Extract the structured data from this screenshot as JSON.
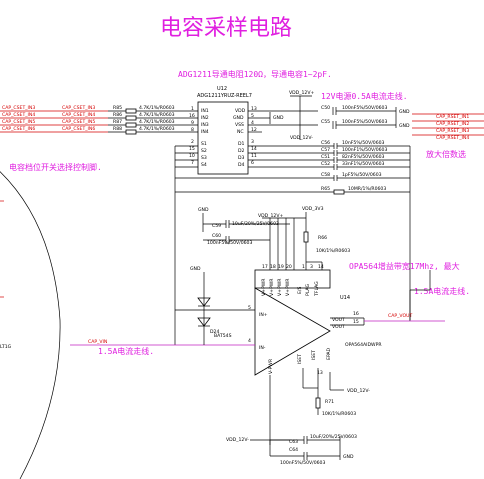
{
  "title": "电容采样电路",
  "notes": {
    "adg": "ADG1211导通电阻120Ω，导通电容1~2pF.",
    "supply": "12V电源0.5A电流走线.",
    "cap_select": "电容档位开关选择控制脚.",
    "gain_select": "放大倍数选",
    "opa_bw": "OPA564增益带宽17Mhz, 最大",
    "out_current": "1.5A电流走线.",
    "vin_current": "1.5A电流走线."
  },
  "left_nets": [
    "CAP_CSET_IN3",
    "CAP_CSET_IN4",
    "CAP_CSET_IN5",
    "CAP_CSET_IN6"
  ],
  "left_nets2": [
    "CAP_CSET_IN3",
    "CAP_CSET_IN4",
    "CAP_CSET_IN5",
    "CAP_CSET_IN6"
  ],
  "right_nets": [
    "CAP_RSET_IN1",
    "CAP_RSET_IN2",
    "CAP_RSET_IN3",
    "CAP_RSET_IN4"
  ],
  "input_resistors": [
    {
      "ref": "R85",
      "value": "4.7K/1%/R0603"
    },
    {
      "ref": "R86",
      "value": "4.7K/1%/R0603"
    },
    {
      "ref": "R87",
      "value": "4.7K/1%/R0603"
    },
    {
      "ref": "R88",
      "value": "4.7K/1%/R0603"
    }
  ],
  "u12": {
    "ref": "U12",
    "part": "ADG1211YRUZ-REEL7",
    "left_pins": [
      "IN1",
      "IN2",
      "IN3",
      "IN4",
      "S1",
      "S2",
      "S3",
      "S4"
    ],
    "right_pins": [
      "VDD",
      "GND",
      "VSS",
      "NC",
      "D1",
      "D2",
      "D3",
      "D4"
    ],
    "left_nums": [
      "1",
      "16",
      "9",
      "8",
      "2",
      "15",
      "10",
      "7"
    ],
    "right_nums": [
      "13",
      "5",
      "4",
      "12",
      "3",
      "14",
      "11",
      "6"
    ]
  },
  "u12_caps": [
    {
      "ref": "C50",
      "value": "100nF5%/50V/0603"
    },
    {
      "ref": "C55",
      "value": "100nF5%/50V/0603"
    }
  ],
  "feedback_caps": [
    {
      "ref": "C56",
      "value": "10nF5%/50V/0603"
    },
    {
      "ref": "C57",
      "value": "100nF1%/50V/0603"
    },
    {
      "ref": "C51",
      "value": "82nF5%/50V/0603"
    },
    {
      "ref": "C52",
      "value": "33nF1%/50V/0603"
    }
  ],
  "c58": {
    "ref": "C58",
    "value": "1pF5%/50V/0603"
  },
  "r65": {
    "ref": "R65",
    "value": "10MR/1%/R0603"
  },
  "power": {
    "vdd12p": "VDD_12V+",
    "vdd12m": "VDD_12V-",
    "vdd3v3": "VDD_3V3",
    "gnd": "GND"
  },
  "u14": {
    "ref": "U14",
    "part": "OPA564AIDWPR",
    "inp": "IN+",
    "inn": "IN-",
    "vout1": "VOUT",
    "vout2": "VOUT",
    "top_pins": [
      "V+PWR",
      "V+PWR",
      "V+PWR",
      "V+PWR",
      "E/S",
      "PLAG",
      "TFLAG"
    ],
    "top_nums": [
      "17",
      "18",
      "19",
      "20",
      "1",
      "3",
      "14"
    ],
    "bottom_pins": [
      "V-PWR",
      "ISET",
      "ISET",
      "EPAD"
    ],
    "pin5": "5",
    "pin4": "4",
    "pin16": "16",
    "pin15": "15",
    "pin13": "13"
  },
  "support_parts": [
    {
      "ref": "C59",
      "value": "10uF/20%/25V/0603"
    },
    {
      "ref": "C60",
      "value": "100nF5%/50V/0603"
    },
    {
      "ref": "R66",
      "value": "10K/1%/R0603"
    },
    {
      "ref": "R71",
      "value": "10K/1%/R0603"
    },
    {
      "ref": "C63",
      "value": "10uF/20%/25V/0603"
    },
    {
      "ref": "C64",
      "value": "100nF5%/50V/0603"
    }
  ],
  "diode": {
    "ref": "D24",
    "part": "BAT54S"
  },
  "cap_vin": "CAP_VIN",
  "cap_vout": "CAP_VOUT",
  "ltig": "LT1G"
}
